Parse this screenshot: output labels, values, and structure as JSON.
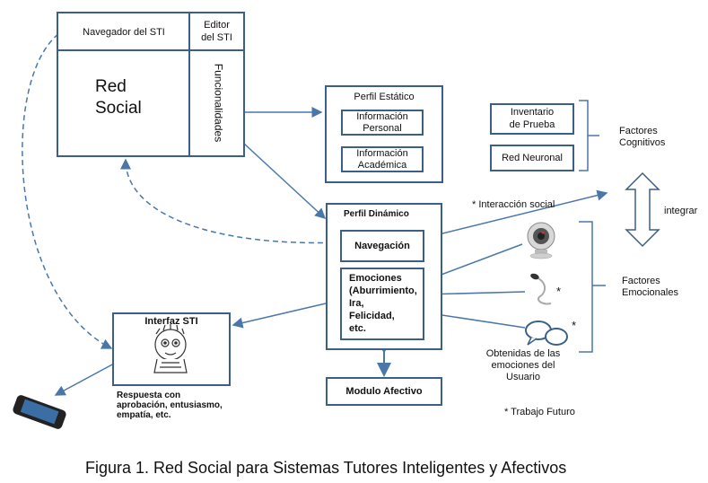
{
  "red_social": {
    "navegador": "Navegador del STI",
    "editor_line1": "Editor",
    "editor_line2": "del STI",
    "red_line1": "Red",
    "red_line2": "Social",
    "funcionalidades": "Funcionalidades"
  },
  "perfil_estatico": {
    "title": "Perfil Estático",
    "info_personal_line1": "Información",
    "info_personal_line2": "Personal",
    "info_academica_line1": "Información",
    "info_academica_line2": "Académica"
  },
  "factores_cognitivos": {
    "inventario_line1": "Inventario",
    "inventario_line2": "de Prueba",
    "red_neuronal": "Red Neuronal",
    "label_line1": "Factores",
    "label_line2": "Cognitivos"
  },
  "perfil_dinamico": {
    "title": "Perfil Dinámico",
    "navegacion": "Navegación",
    "emociones_lines": [
      "Emociones",
      "(Aburrimiento,",
      "Ira,",
      "Felicidad,",
      "etc."
    ]
  },
  "interaccion_social": "* Interacción social",
  "integrar": "integrar",
  "factores_emocionales": {
    "line1": "Factores",
    "line2": "Emocionales"
  },
  "mic_asterisk": "*",
  "chat_asterisk": "*",
  "obtenidas_lines": [
    "Obtenidas de las",
    "emociones del",
    "Usuario"
  ],
  "trabajo_futuro": "* Trabajo Futuro",
  "interfaz": {
    "title": "Interfaz STI",
    "respuesta_lines": [
      "Respuesta con",
      "aprobación, entusiasmo,",
      "empatía, etc."
    ]
  },
  "modulo_afectivo": "Modulo Afectivo",
  "caption": "Figura 1. Red Social para Sistemas Tutores Inteligentes y Afectivos",
  "colors": {
    "stroke": "#3b5f87",
    "arrow": "#4a77aa"
  }
}
